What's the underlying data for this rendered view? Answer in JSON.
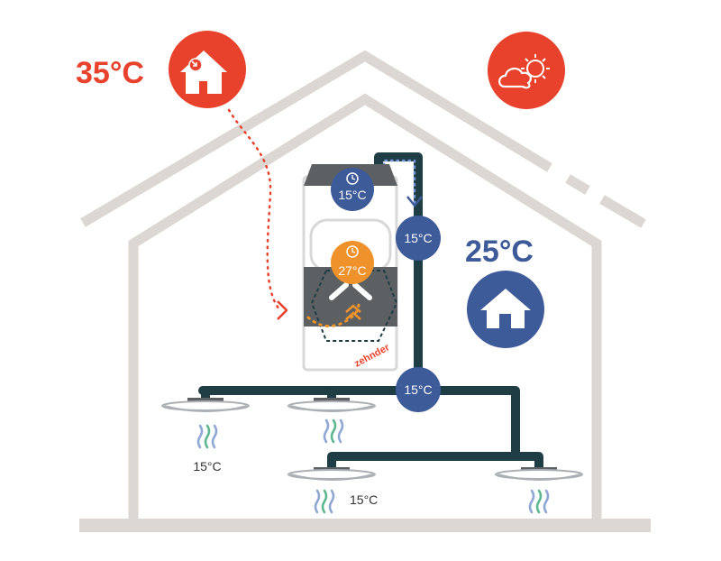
{
  "outdoor": {
    "temperature": "35°C"
  },
  "indoor": {
    "temperature": "25°C"
  },
  "unit": {
    "top_temperature": "15°C",
    "core_temperature": "27°C",
    "brand": "zehnder"
  },
  "duct": {
    "riser_temperature": "15°C",
    "junction_temperature": "15°C"
  },
  "vents": {
    "left_temperature": "15°C",
    "bottom_temperature": "15°C"
  },
  "colors": {
    "house_outline": "#dcd7d3",
    "red": "#e8412c",
    "blue": "#3d5a99",
    "orange": "#f0922b",
    "duct": "#1f3d45",
    "airflow_green": "#5cb78f",
    "airflow_blue": "#8ea7d4",
    "unit_gray": "#5d6063"
  }
}
